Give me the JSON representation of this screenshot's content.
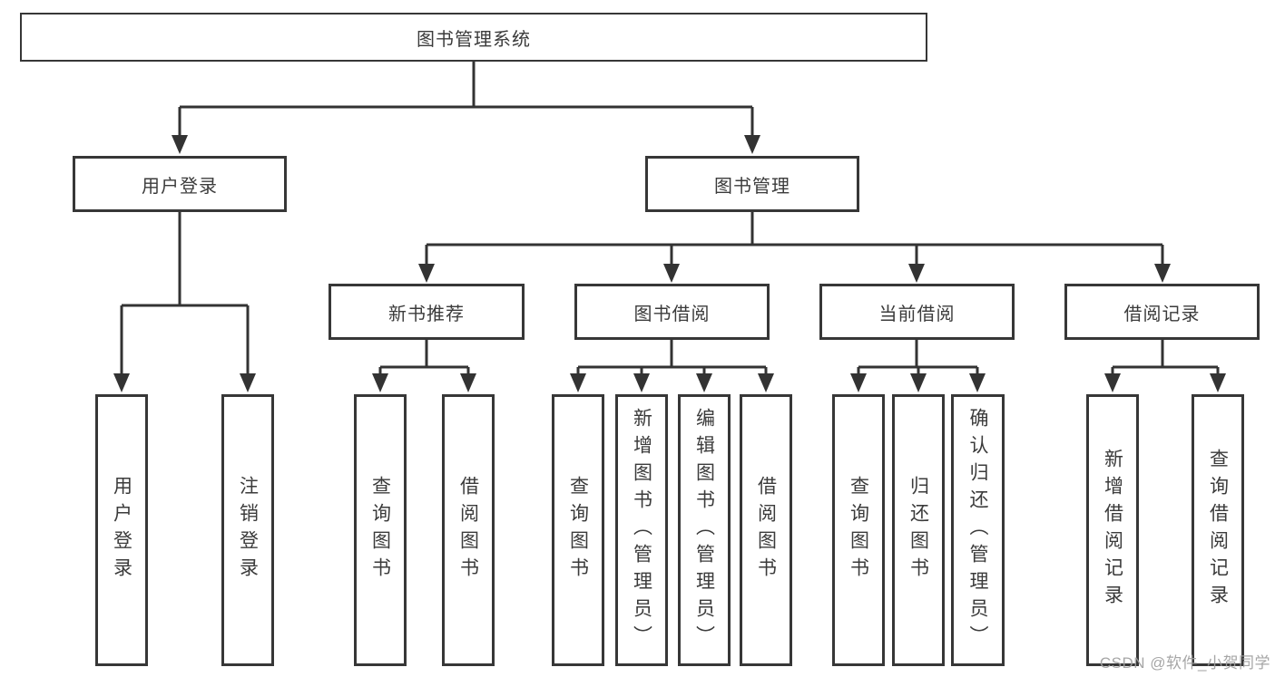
{
  "diagram": {
    "root": "图书管理系统",
    "branches": [
      {
        "label": "用户登录",
        "leaves": [
          "用户登录",
          "注销登录"
        ]
      },
      {
        "label": "图书管理",
        "groups": [
          {
            "label": "新书推荐",
            "leaves": [
              "查询图书",
              "借阅图书"
            ]
          },
          {
            "label": "图书借阅",
            "leaves": [
              "查询图书",
              "新增图书（管理员）",
              "编辑图书（管理员）",
              "借阅图书"
            ]
          },
          {
            "label": "当前借阅",
            "leaves": [
              "查询图书",
              "归还图书",
              "确认归还（管理员）"
            ]
          },
          {
            "label": "借阅记录",
            "leaves": [
              "新增借阅记录",
              "查询借阅记录"
            ]
          }
        ]
      }
    ]
  },
  "watermark": {
    "text": "CSDN @软件_小贺同学"
  },
  "colors": {
    "line": "#333333",
    "box_border": "#373737",
    "box_fill": "#ffffff",
    "text": "#3b3b3b",
    "watermark": "#9e9e9e"
  }
}
